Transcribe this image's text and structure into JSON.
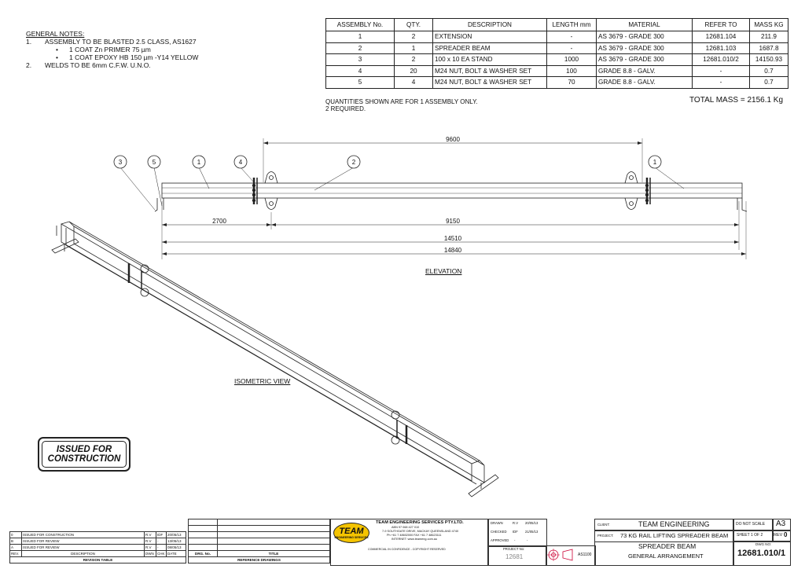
{
  "notes": {
    "heading": "GENERAL NOTES:",
    "items": [
      {
        "num": "1.",
        "text": "ASSEMBLY TO BE BLASTED 2.5 CLASS, AS1627"
      },
      {
        "num": "•",
        "text": "1 COAT Zn PRIMER 75 µm"
      },
      {
        "num": "•",
        "text": "1 COAT EPOXY HB 150 µm -Y14  YELLOW"
      },
      {
        "num": "2.",
        "text": "WELDS TO BE 6mm C.F.W.  U.N.O."
      }
    ]
  },
  "parts_table": {
    "headers": [
      "ASSEMBLY No.",
      "QTY.",
      "DESCRIPTION",
      "LENGTH mm",
      "MATERIAL",
      "REFER TO",
      "MASS KG"
    ],
    "rows": [
      [
        "1",
        "2",
        "EXTENSION",
        "-",
        "AS 3679 - GRADE 300",
        "12681.104",
        "211.9"
      ],
      [
        "2",
        "1",
        "SPREADER BEAM",
        "-",
        "AS 3679 - GRADE 300",
        "12681.103",
        "1687.8"
      ],
      [
        "3",
        "2",
        "100 x 10 EA STAND",
        "1000",
        "AS 3679 - GRADE 300",
        "12681.010/2",
        "14150.93"
      ],
      [
        "4",
        "20",
        "M24 NUT, BOLT & WASHER SET",
        "100",
        "GRADE 8.8 - GALV.",
        "-",
        "0.7"
      ],
      [
        "5",
        "4",
        "M24 NUT, BOLT & WASHER SET",
        "70",
        "GRADE 8.8 - GALV.",
        "-",
        "0.7"
      ]
    ]
  },
  "quantity_note": [
    "QUANTITIES SHOWN ARE FOR 1 ASSEMBLY ONLY.",
    "2 REQUIRED."
  ],
  "total_mass": "TOTAL MASS = 2156.1 Kg",
  "elevation": {
    "label": "ELEVATION",
    "dims": {
      "top": "9600",
      "left": "2700",
      "middle": "9150",
      "d1": "14510",
      "d2": "14840"
    },
    "balloons": [
      "3",
      "5",
      "1",
      "4",
      "2",
      "1"
    ]
  },
  "isometric_label": "ISOMETRIC VIEW",
  "stamp": [
    "ISSUED FOR",
    "CONSTRUCTION"
  ],
  "revision_table": {
    "rows": [
      [
        "0",
        "ISSUED FOR CONSTRUCTION",
        "R.V",
        "IDF",
        "20/05/13"
      ],
      [
        "B",
        "ISSUED FOR REVIEW",
        "R.V",
        "-",
        "13/05/13"
      ],
      [
        "A",
        "ISSUED FOR REVIEW",
        "R.V",
        "-",
        "08/05/13"
      ]
    ],
    "header": [
      "REV.",
      "DESCRIPTION",
      "DWN",
      "CHK",
      "DATE"
    ],
    "footer": "REVISION TABLE"
  },
  "reference_drawings": {
    "header": [
      "DRG. No.",
      "TITLE"
    ],
    "footer": "REFERENCE DRAWINGS"
  },
  "company": {
    "logo": "TEAM",
    "logo_sub": "ENGINEERING SERVICES",
    "name": "TEAM ENGINEERING SERVICES PTY.LTD.",
    "abn": "ABN 97 068 427 010",
    "address": "7-9 SOUTHGATE DRIVE, MACKAY QUEENSLAND 4740",
    "phone": "Ph +61 7 48602000  FAX +61 7 48623111",
    "internet": "INTERNET: www.teameng.com.au",
    "confidence": "COMMERCIAL IN CONFIDENCE - COPYRIGHT RESERVED"
  },
  "approval": {
    "drawn": [
      "DRAWN",
      "R.V",
      "20/05/13"
    ],
    "checked": [
      "CHECKED",
      "IDF",
      "21/05/13"
    ],
    "approved": [
      "APPROVED",
      "-",
      "-"
    ],
    "project_no_label": "PROJECT No:",
    "project_no": "12681",
    "standard": "AS1100"
  },
  "title_block": {
    "client_label": "CLIENT:",
    "client": "TEAM ENGINEERING",
    "project_label": "PROJECT:",
    "project": "73 KG RAIL LIFTING SPREADER BEAM",
    "title1": "SPREADER BEAM",
    "title2": "GENERAL ARRANGEMENT",
    "do_not_scale": "DO NOT SCALE",
    "size": "A3",
    "sheet": "SHEET 1 OF 2",
    "rev_label": "REV",
    "rev": "0",
    "dwg_label": "DWG NO:",
    "dwg_no": "12681.010/1"
  }
}
